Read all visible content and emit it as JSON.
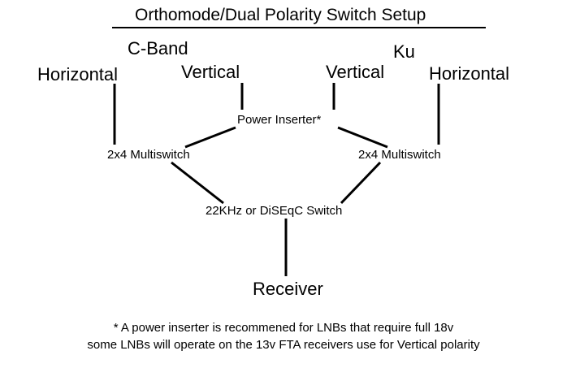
{
  "title": "Orthomode/Dual Polarity Switch Setup",
  "groups": {
    "cband": "C-Band",
    "ku": "Ku"
  },
  "lnbs": {
    "cband_horizontal": "Horizontal",
    "cband_vertical": "Vertical",
    "ku_vertical": "Vertical",
    "ku_horizontal": "Horizontal"
  },
  "components": {
    "power_inserter": "Power Inserter*",
    "multiswitch_left": "2x4 Multiswitch",
    "multiswitch_right": "2x4 Multiswitch",
    "switch": "22KHz or DiSEqC Switch",
    "receiver": "Receiver"
  },
  "footnote": {
    "line1": "*  A power inserter is recommened for LNBs that require full 18v",
    "line2": "some LNBs will operate on the 13v FTA receivers use for Vertical polarity"
  }
}
